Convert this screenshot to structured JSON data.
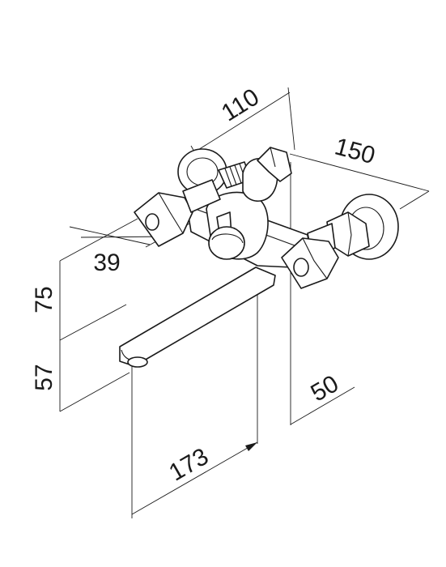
{
  "dimensions": {
    "width_top": "110",
    "depth_top": "150",
    "handle_offset": "39",
    "upper_height": "75",
    "lower_height": "57",
    "wall_offset": "50",
    "spout_reach": "173"
  },
  "colors": {
    "line": "#1a1a1a",
    "background": "#ffffff"
  }
}
